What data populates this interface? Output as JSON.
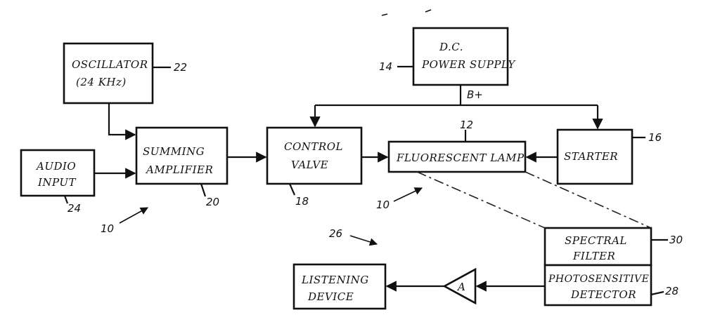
{
  "blocks": {
    "oscillator": {
      "line1": "OSCILLATOR",
      "line2": "(24 KHz)",
      "ref": "22"
    },
    "audio_input": {
      "line1": "AUDIO",
      "line2": "INPUT",
      "ref": "24"
    },
    "summing_amplifier": {
      "line1": "SUMMING",
      "line2": "AMPLIFIER",
      "ref": "20"
    },
    "control_valve": {
      "line1": "CONTROL",
      "line2": "VALVE",
      "ref": "18"
    },
    "dc_power_supply": {
      "line1": "D.C.",
      "line2": "POWER SUPPLY",
      "ref": "14"
    },
    "fluorescent_lamp": {
      "line1": "FLUORESCENT LAMP",
      "ref": "12"
    },
    "starter": {
      "line1": "STARTER",
      "ref": "16"
    },
    "spectral_filter": {
      "line1": "SPECTRAL",
      "line2": "FILTER",
      "ref": "30"
    },
    "photosensitive_detector": {
      "line1": "PHOTOSENSITIVE",
      "line2": "DETECTOR",
      "ref": "28"
    },
    "listening_device": {
      "line1": "LISTENING",
      "line2": "DEVICE"
    },
    "amplifier": {
      "label": "A"
    }
  },
  "annotations": {
    "supply_line": "B+",
    "system_ref_left": "10",
    "system_ref_mid": "10",
    "receiver_ref": "26"
  }
}
